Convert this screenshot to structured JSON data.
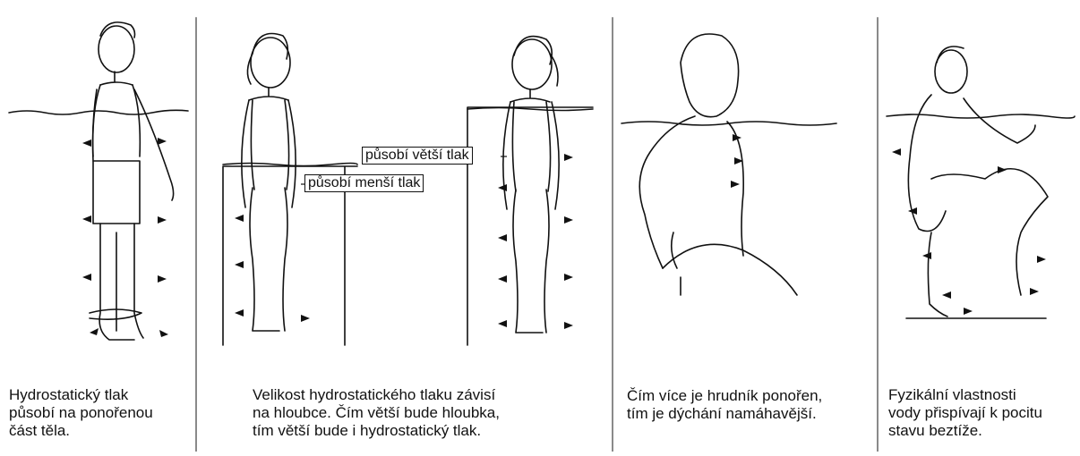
{
  "captions": {
    "panel1": "Hydrostatický tlak\npůsobí na ponořenou\nčást těla.",
    "panel2": "Velikost hydrostatického tlaku závisí\nna hloubce. Čím větší bude hloubka,\ntím větší bude i hydrostatický tlak.",
    "panel3": "Čím více je hrudník ponořen,\ntím je dýchání namáhavější.",
    "panel4": "Fyzikální vlastnosti\nvody přispívají k pocitu\nstavu beztíže."
  },
  "callouts": {
    "greater_pressure": "působí větší tlak",
    "lesser_pressure": "působí menší tlak"
  },
  "colors": {
    "ink": "#111111",
    "background": "#ffffff",
    "divider": "#8a8a8a"
  }
}
